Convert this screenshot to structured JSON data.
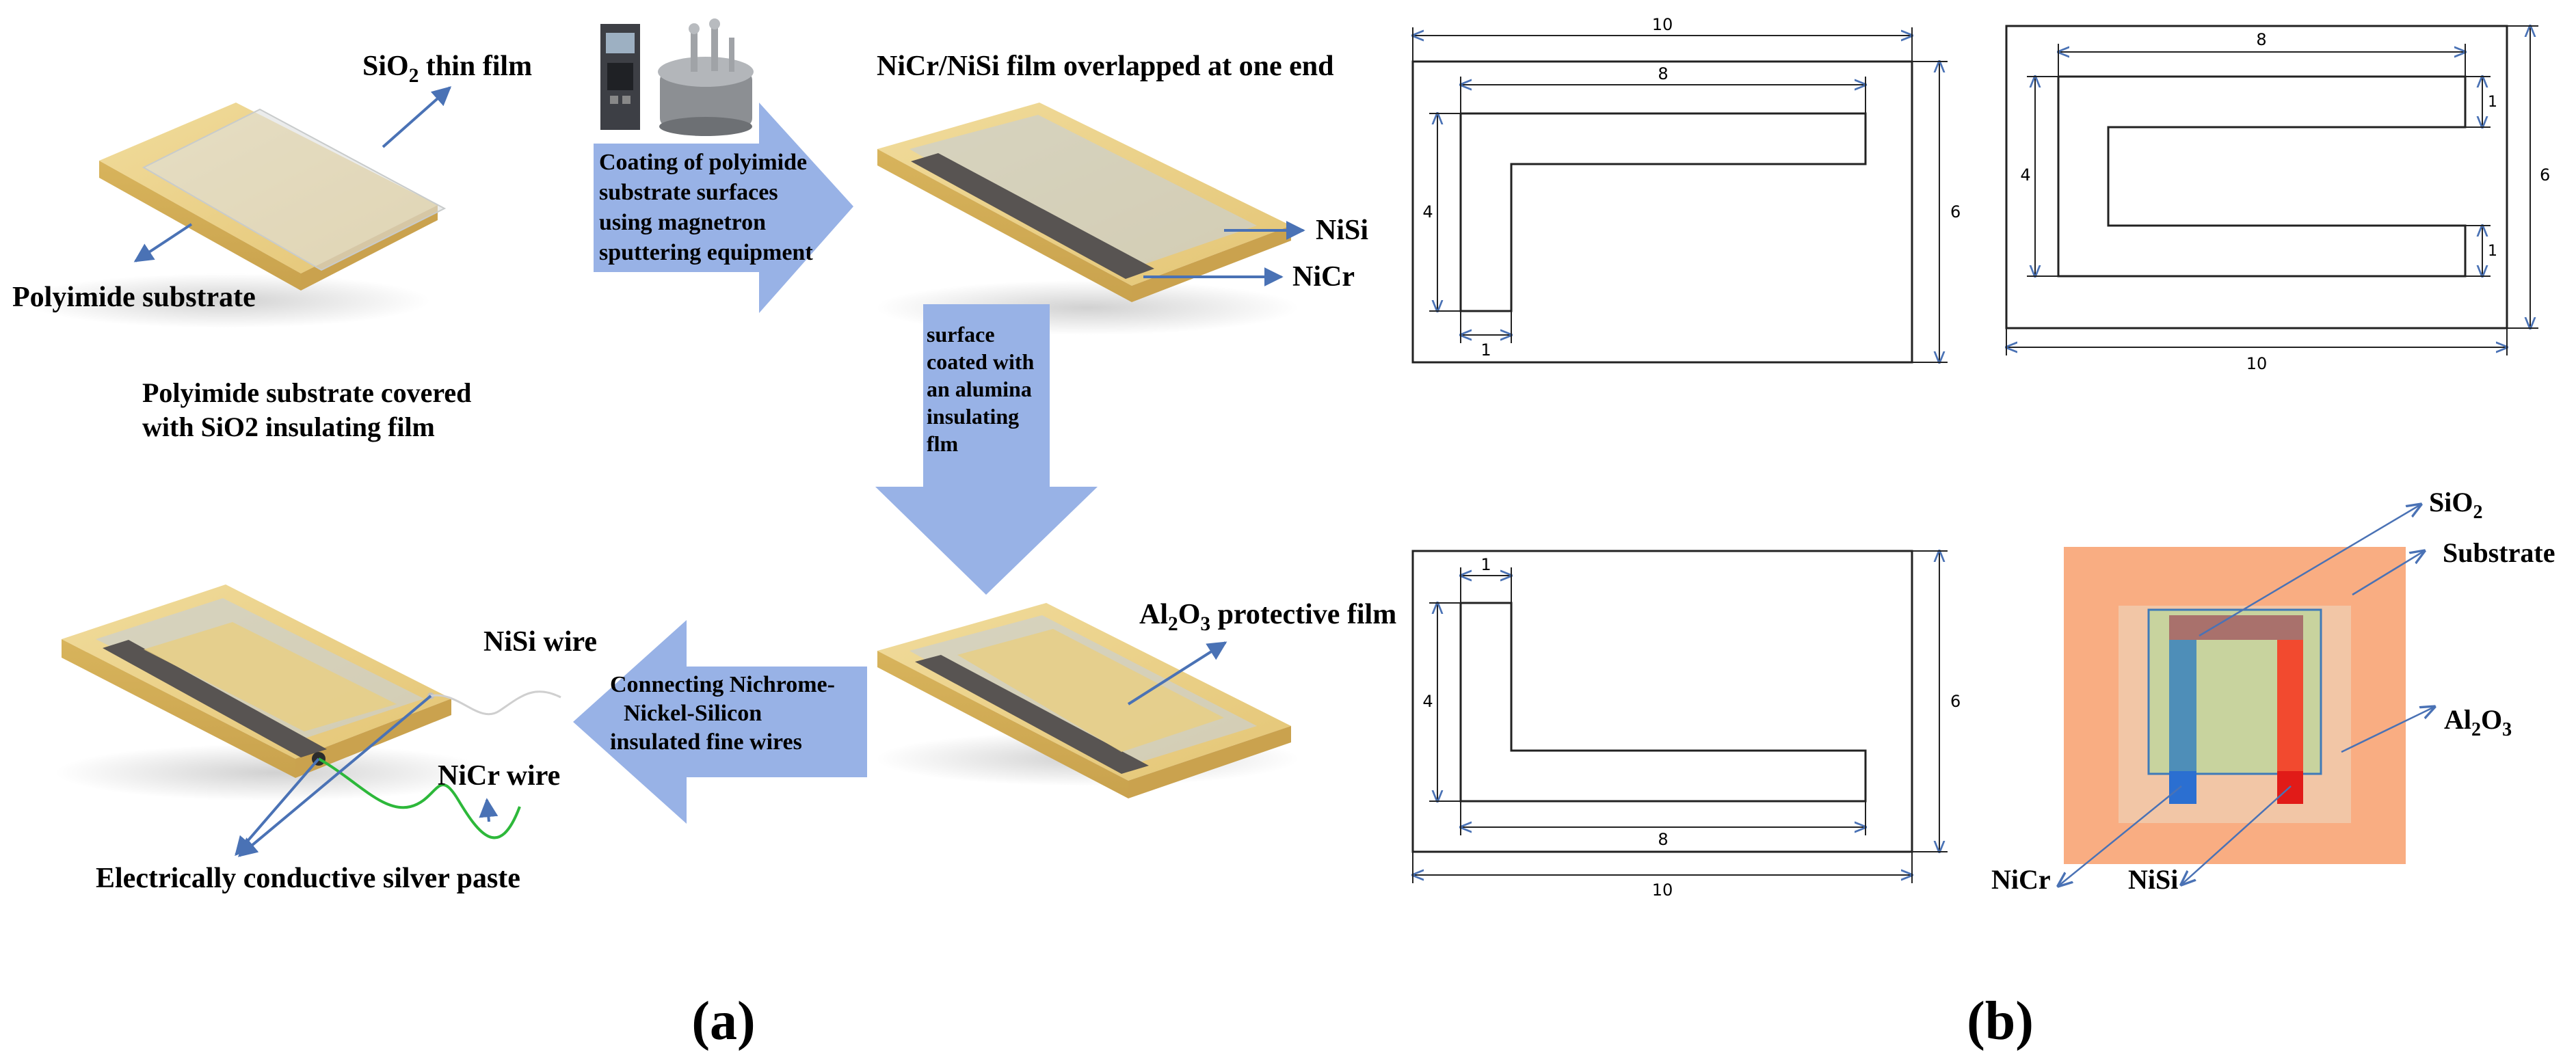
{
  "panel_a": {
    "caption": "(a)",
    "sio2_label": {
      "a": "SiO",
      "sub": "2",
      "b": " thin film"
    },
    "polyimide_label": "Polyimide substrate",
    "stage1_caption": [
      "Polyimide substrate covered",
      "with SiO2 insulating film"
    ],
    "coating_step": [
      "Coating of polyimide",
      "substrate surfaces",
      "using magnetron",
      "sputtering equipment"
    ],
    "nicr_nisi_title": "NiCr/NiSi film overlapped at one end",
    "nisi_label": "NiSi",
    "nicr_label": "NiCr",
    "alumina_step": [
      "surface",
      "coated with",
      "an alumina",
      "insulating",
      "flm"
    ],
    "al2o3_label": {
      "a": "Al",
      "sub1": "2",
      "b": "O",
      "sub2": "3",
      "c": " protective film"
    },
    "wire_step": [
      "Connecting Nichrome-",
      "Nickel-Silicon",
      "insulated fine wires"
    ],
    "nisi_wire_label": "NiSi wire",
    "nicr_wire_label": "NiCr wire",
    "silver_paste_label": "Electrically conductive silver paste"
  },
  "panel_b": {
    "caption": "(b)",
    "drawing1": {
      "outer_w": "10",
      "outer_h": "6",
      "arm_len": "8",
      "leg_len": "4",
      "leg_w": "1"
    },
    "drawing2": {
      "outer_w": "10",
      "outer_h": "6",
      "arm_len": "8",
      "leg_len": "4",
      "arm_w_top": "1",
      "arm_w_bot": "1"
    },
    "drawing3": {
      "outer_w": "10",
      "outer_h": "6",
      "arm_len": "8",
      "leg_len": "4",
      "leg_w": "1"
    },
    "layers": {
      "sio2": {
        "a": "SiO",
        "sub": "2"
      },
      "substrate": "Substrate",
      "al2o3": {
        "a": "Al",
        "sub1": "2",
        "b": "O",
        "sub2": "3"
      },
      "nicr": "NiCr",
      "nisi": "NiSi"
    }
  },
  "colors": {
    "arrow_fill": "#98b2e6",
    "pointer": "#4a72b5",
    "film_yellow": "#e9cf86",
    "nicr_strip": "#585452",
    "substrate_orange": "#f9ad82",
    "nicr_blue": "#3f86c2",
    "nisi_red": "#f24a2f"
  }
}
